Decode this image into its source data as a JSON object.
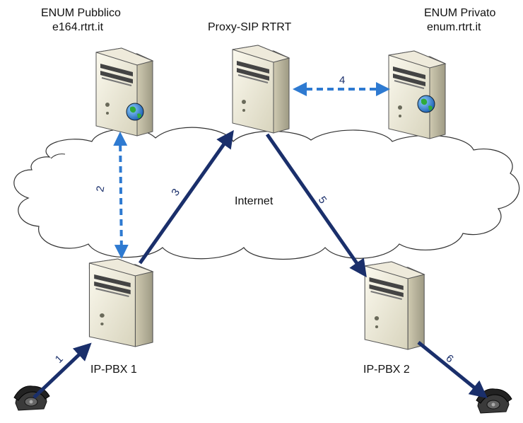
{
  "nodes": {
    "enum_public": {
      "line1": "ENUM Pubblico",
      "line2": "e164.rtrt.it"
    },
    "proxy": {
      "label": "Proxy-SIP RTRT"
    },
    "enum_private": {
      "line1": "ENUM Privato",
      "line2": "enum.rtrt.it"
    },
    "pbx1": {
      "label": "IP-PBX 1"
    },
    "pbx2": {
      "label": "IP-PBX 2"
    }
  },
  "cloud": {
    "label": "Internet"
  },
  "steps": [
    "1",
    "2",
    "3",
    "4",
    "5",
    "6"
  ],
  "icons": [
    "server-icon",
    "globe-icon",
    "telephone-icon",
    "cloud-icon"
  ],
  "colors": {
    "arrow_solid": "#1a2f6b",
    "arrow_dashed": "#2e7ad1",
    "server_light": "#f3f0e0",
    "server_dark": "#bdb9a2",
    "cloud_stroke": "#333333"
  }
}
